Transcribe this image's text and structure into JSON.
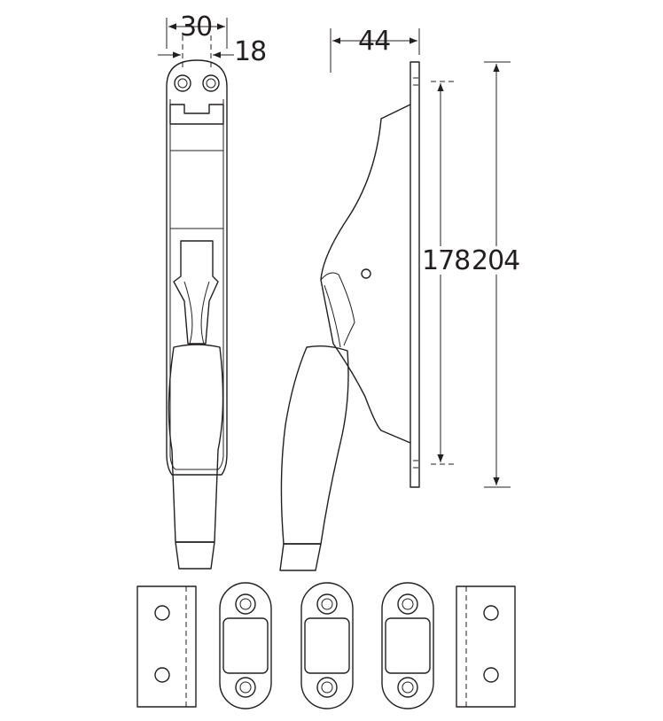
{
  "dimensions": {
    "width_top": "30",
    "hole_spacing": "18",
    "depth": "44",
    "hole_centers": "178",
    "overall_length": "204"
  },
  "colors": {
    "line": "#231f20",
    "background": "#ffffff"
  }
}
